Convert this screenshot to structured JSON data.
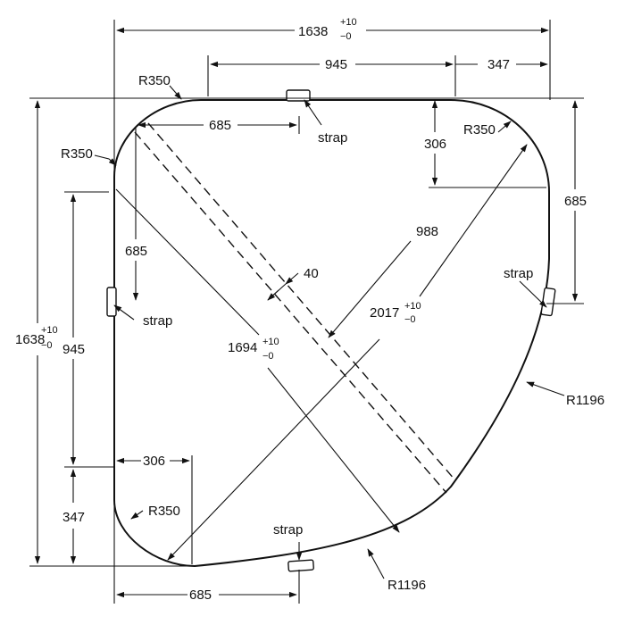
{
  "tolerance": {
    "plus": "+10",
    "minus": "−0"
  },
  "labels": {
    "top_overall": "1638",
    "top_mid": "945",
    "top_right": "347",
    "radius_top_left": "R350",
    "radius_left": "R350",
    "radius_top_right": "R350",
    "radius_bottom_left": "R350",
    "radius_right_arc": "R1196",
    "radius_bottom_arc": "R1196",
    "top_inner_685": "685",
    "right_306": "306",
    "right_685": "685",
    "left_685": "685",
    "left_945": "945",
    "left_347": "347",
    "left_overall": "1638",
    "diag_988": "988",
    "diag_40": "40",
    "diag_2017": "2017",
    "diag_1694": "1694",
    "bottom_306": "306",
    "bottom_685": "685",
    "strap_top": "strap",
    "strap_left": "strap",
    "strap_right": "strap",
    "strap_bottom": "strap"
  }
}
